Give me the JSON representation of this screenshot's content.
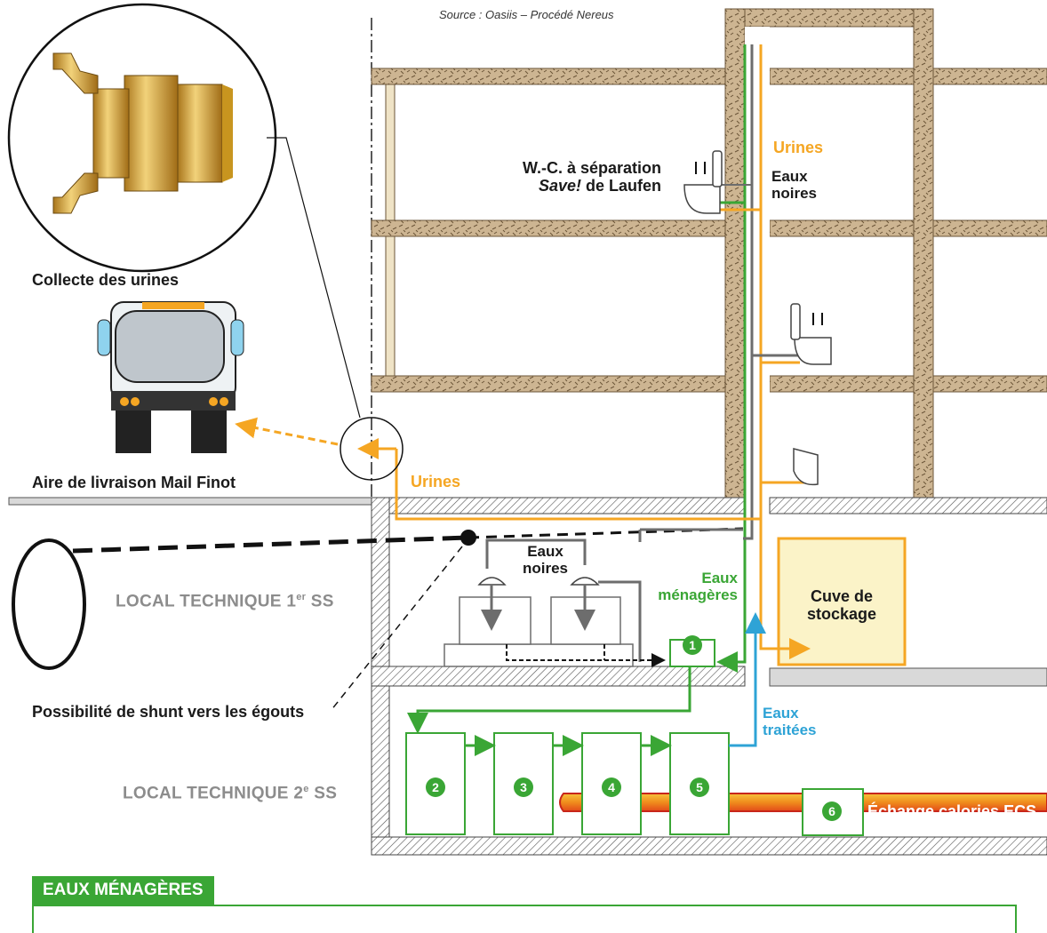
{
  "source": "Source : Oasiis – Procédé Nereus",
  "labels": {
    "wc_line1": "W.-C. à séparation",
    "wc_save": "Save!",
    "wc_brand": " de Laufen",
    "eaux_noires_top_1": "Eaux",
    "eaux_noires_top_2": "noires",
    "urines_top": "Urines",
    "collecte": "Collecte des urines",
    "aire_livraison": "Aire de livraison Mail Finot",
    "urines_bottom": "Urines",
    "eaux_noires_basement_1": "Eaux",
    "eaux_noires_basement_2": "noires",
    "eaux_menageres_1": "Eaux",
    "eaux_menageres_2": "ménagères",
    "cuve_1": "Cuve de",
    "cuve_2": "stockage",
    "local1_main": "LOCAL TECHNIQUE 1",
    "local1_sup": "er",
    "local1_end": " SS",
    "local2_main": "LOCAL TECHNIQUE 2",
    "local2_sup": "e",
    "local2_end": " SS",
    "shunt": "Possibilité de shunt vers les égouts",
    "eaux_traitees_1": "Eaux",
    "eaux_traitees_2": "traitées",
    "echange": "Échange calories ECS",
    "bottom_title": "EAUX MÉNAGÈRES"
  },
  "steps": [
    "1",
    "2",
    "3",
    "4",
    "5",
    "6"
  ],
  "colors": {
    "urine": "#f5a623",
    "grey_water": "#3aa635",
    "black_water": "#6d6d6d",
    "treated": "#2ea3d6",
    "wall": "#c9b28f",
    "tank": "#fbf3c8"
  },
  "icons": [
    "coupling-icon",
    "tanker-truck-icon",
    "wc-toilet-icon",
    "urinal-icon",
    "sewer-pipe-icon"
  ]
}
